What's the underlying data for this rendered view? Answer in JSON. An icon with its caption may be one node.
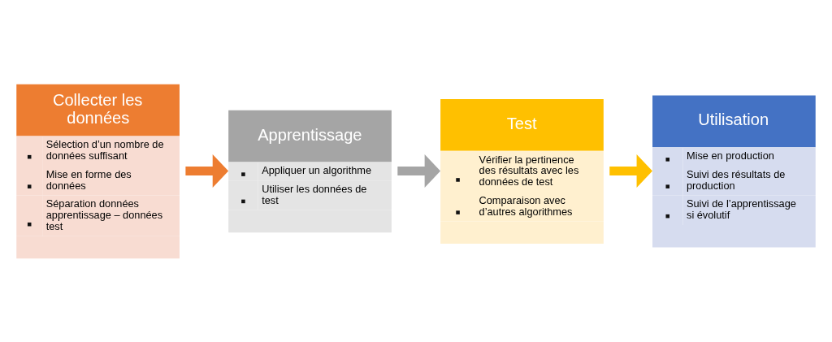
{
  "diagram": {
    "nodes": [
      {
        "text": [
          "Collecter les données",
          "Sélection d’un nombre de données suffisant",
          "Mise en forme des données",
          "Séparation données apprentissage – données test"
        ]
      },
      {
        "text": [
          "Apprentissage",
          "Appliquer un algorithme",
          "Utiliser les données de test"
        ]
      },
      {
        "text": [
          "Test",
          "Vérifier la pertinence des résultats avec les données de test",
          "Comparaison avec d’autres algorithmes"
        ]
      },
      {
        "text": [
          "Utilisation",
          "Mise en production",
          "Suivi des résultats de production",
          "Suivi de l’apprentissage si évolutif"
        ]
      }
    ],
    "edges": [
      {
        "from": 0,
        "to": 1,
        "arrow": "to",
        "color": "#ed7d31"
      },
      {
        "from": 1,
        "to": 2,
        "arrow": "to",
        "color": "#a5a5a5"
      },
      {
        "from": 2,
        "to": 3,
        "arrow": "to",
        "color": "#ffc000"
      }
    ]
  }
}
